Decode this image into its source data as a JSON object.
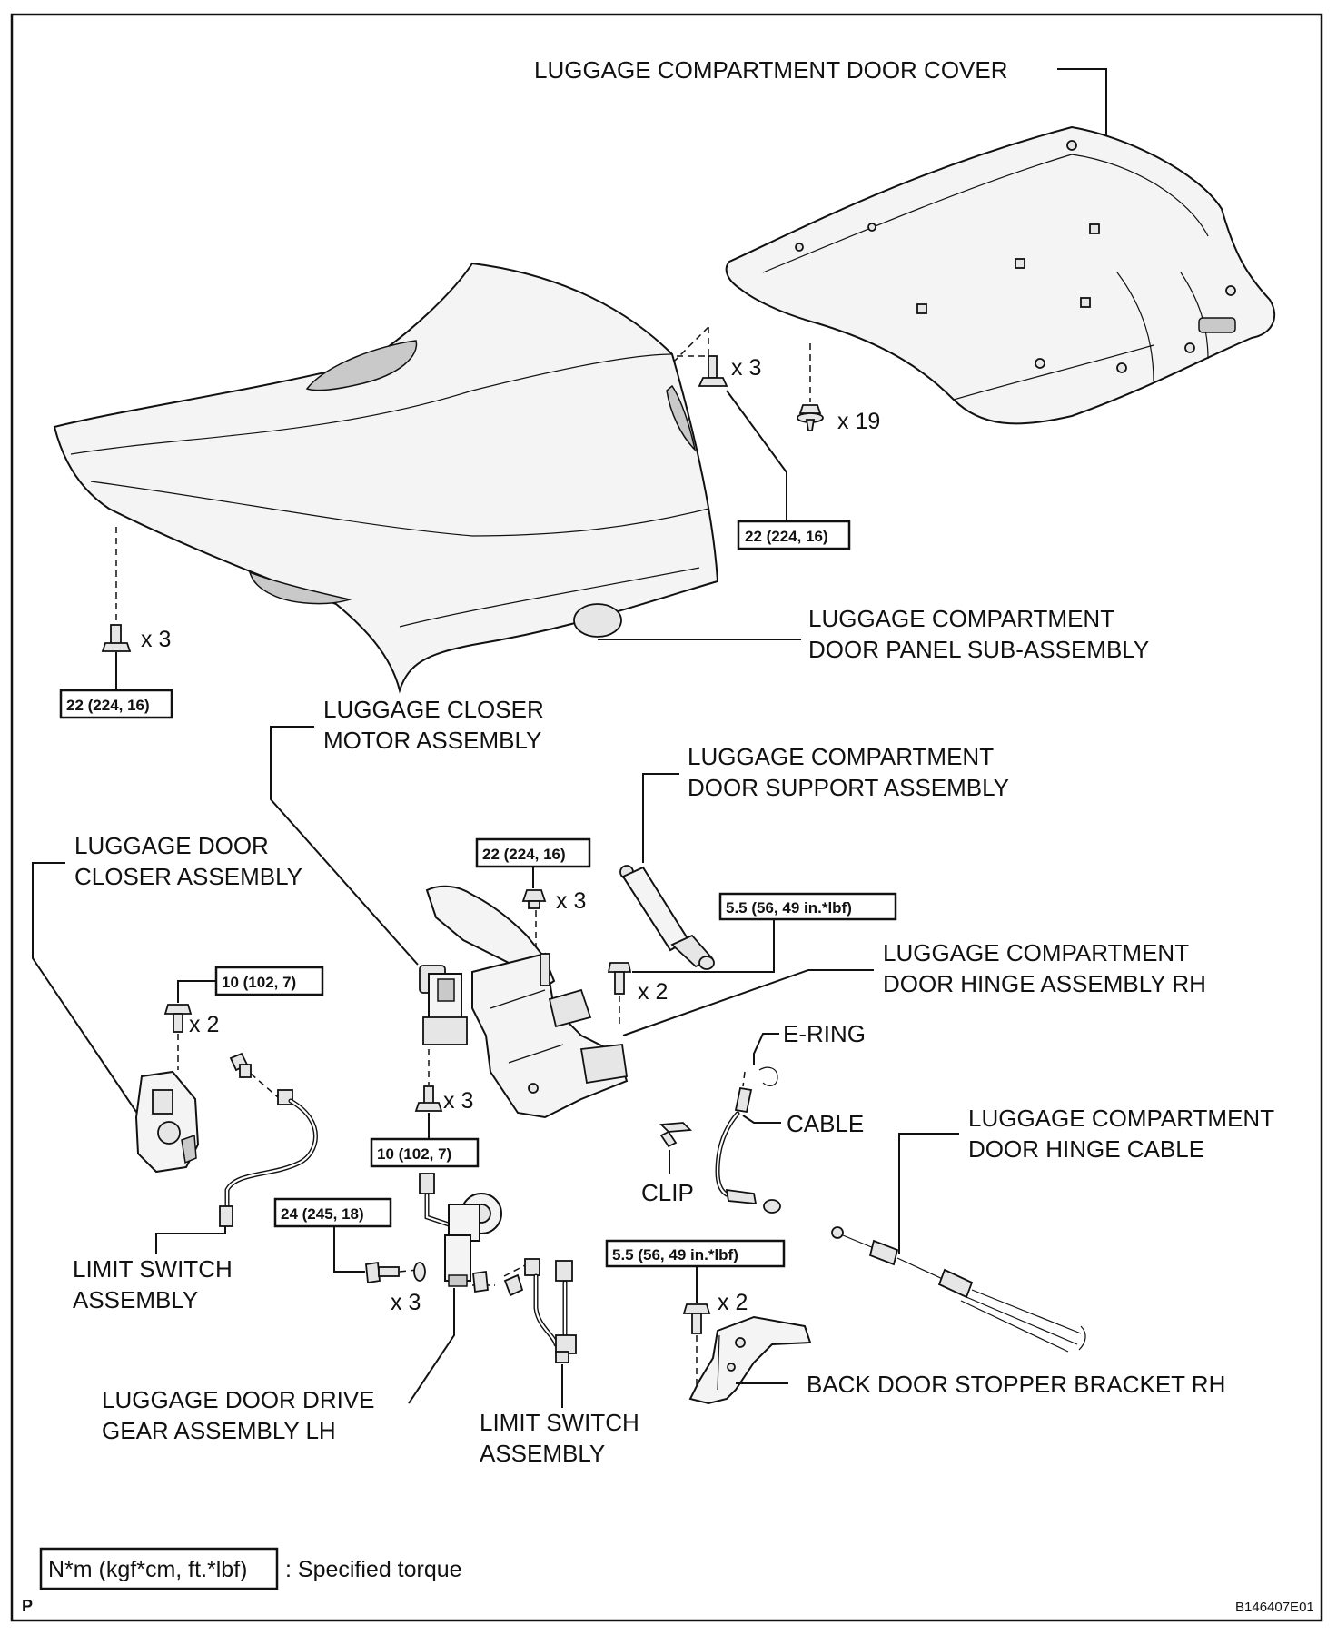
{
  "labels": {
    "door_cover": "LUGGAGE COMPARTMENT DOOR COVER",
    "door_panel_1": "LUGGAGE COMPARTMENT",
    "door_panel_2": "DOOR PANEL SUB-ASSEMBLY",
    "closer_motor_1": "LUGGAGE CLOSER",
    "closer_motor_2": "MOTOR ASSEMBLY",
    "support_1": "LUGGAGE COMPARTMENT",
    "support_2": "DOOR SUPPORT ASSEMBLY",
    "door_closer_1": "LUGGAGE DOOR",
    "door_closer_2": "CLOSER ASSEMBLY",
    "hinge_rh_1": "LUGGAGE COMPARTMENT",
    "hinge_rh_2": "DOOR HINGE ASSEMBLY RH",
    "e_ring": "E-RING",
    "cable": "CABLE",
    "clip": "CLIP",
    "hinge_cable_1": "LUGGAGE COMPARTMENT",
    "hinge_cable_2": "DOOR HINGE CABLE",
    "limit_switch_left_1": "LIMIT SWITCH",
    "limit_switch_left_2": "ASSEMBLY",
    "drive_gear_1": "LUGGAGE DOOR DRIVE",
    "drive_gear_2": "GEAR ASSEMBLY LH",
    "limit_switch_center_1": "LIMIT SWITCH",
    "limit_switch_center_2": "ASSEMBLY",
    "stopper_bracket": "BACK DOOR STOPPER BRACKET RH"
  },
  "quantities": {
    "cover_bolt": "x 3",
    "cover_clip": "x 19",
    "panel_bolt": "x 3",
    "hinge_nut": "x 3",
    "support_bolt": "x 2",
    "closer_bolt": "x 2",
    "motor_bolt": "x 3",
    "gear_bolt": "x 3",
    "stopper_bolt": "x 2"
  },
  "torques": {
    "cover": "22 (224, 16)",
    "panel": "22 (224, 16)",
    "hinge": "22 (224, 16)",
    "support": "5.5 (56, 49 in.*lbf)",
    "closer": "10 (102,  7)",
    "motor": "10 (102,  7)",
    "gear": "24 (245, 18)",
    "stopper": "5.5 (56, 49 in.*lbf)"
  },
  "legend": {
    "unit_box": "N*m (kgf*cm, ft.*lbf)",
    "description": ": Specified torque"
  },
  "corner": {
    "page_mark": "P",
    "figure_id": "B146407E01"
  }
}
